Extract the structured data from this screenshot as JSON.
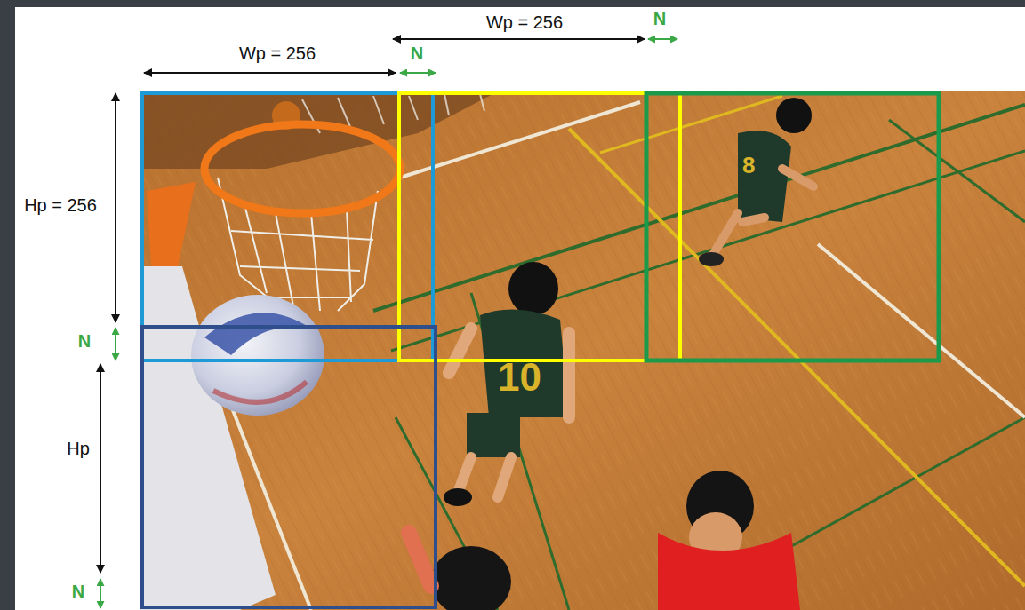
{
  "diagram": {
    "labels": [
      "Wp = 256",
      "N",
      "Wp = 256",
      "N",
      "Hp = 256",
      "N",
      "Hp",
      "N"
    ]
  }
}
